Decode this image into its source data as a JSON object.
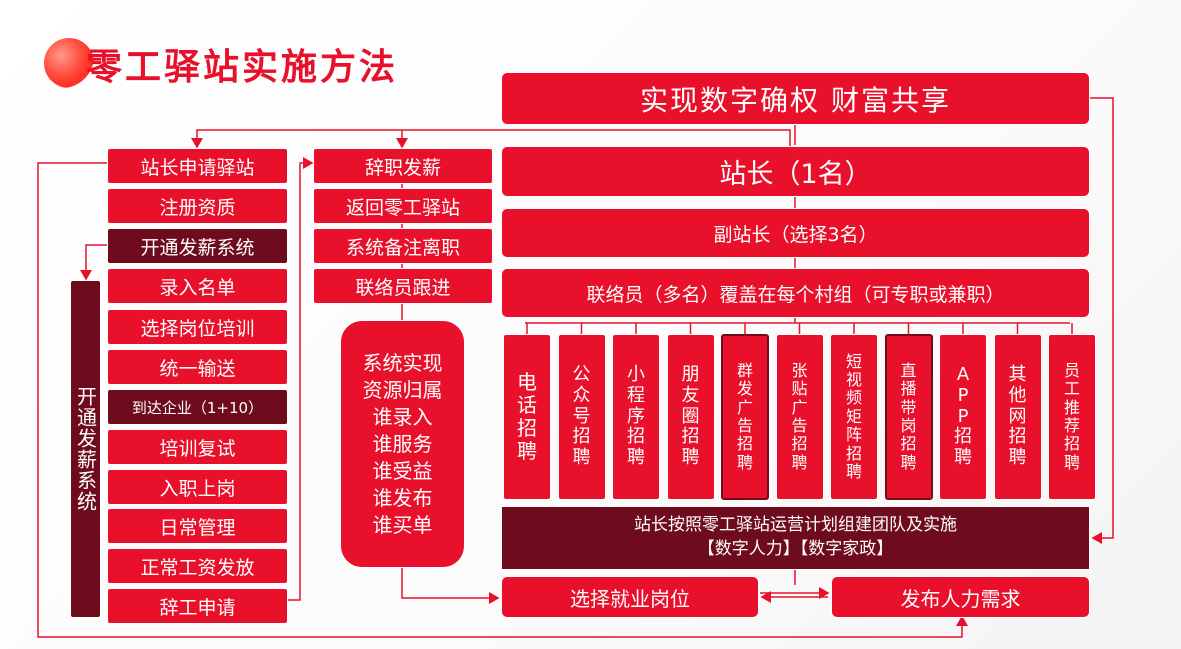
{
  "title": "零工驿站实施方法",
  "top_banner": "实现数字确权  财富共享",
  "left_steps": [
    "站长申请驿站",
    "注册资质",
    "开通发薪系统",
    "录入名单",
    "选择岗位培训",
    "统一输送",
    "到达企业（1+10）",
    "培训复试",
    "入职上岗",
    "日常管理",
    "正常工资发放",
    "辞工申请"
  ],
  "left_vertical": "开通发薪系统",
  "middle_steps": [
    "辞职发薪",
    "返回零工驿站",
    "系统备注离职",
    "联络员跟进"
  ],
  "middle_panel": [
    "系统实现",
    "资源归属",
    "谁录入",
    "谁服务",
    "谁受益",
    "谁发布",
    "谁买单"
  ],
  "right": {
    "head": "站长（1名）",
    "deputy": "副站长（选择3名）",
    "liaison": "联络员（多名）覆盖在每个村组（可专职或兼职）",
    "channels": [
      "电话招聘",
      "公众号招聘",
      "小程序招聘",
      "朋友圈招聘",
      "群发广告招聘",
      "张贴广告招聘",
      "短视频矩阵招聘",
      "直播带岗招聘",
      "APP招聘",
      "其他网招聘",
      "员工推荐招聘"
    ],
    "plan_line1": "站长按照零工驿站运营计划组建团队及实施",
    "plan_line2": "【数字人力】【数字家政】",
    "choose_job": "选择就业岗位",
    "publish_demand": "发布人力需求"
  },
  "colors": {
    "red": "#e8102a",
    "dark": "#6e0c1e"
  }
}
